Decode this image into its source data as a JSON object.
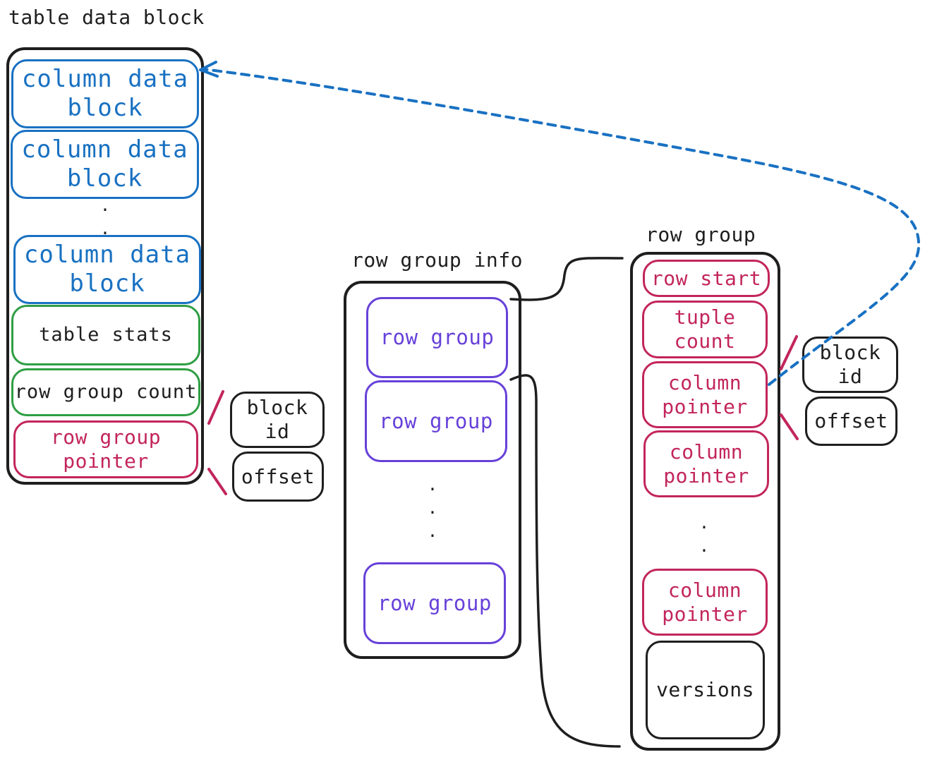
{
  "table_data_block": {
    "title": "table data block",
    "column_blocks": [
      "column data\nblock",
      "column data\nblock",
      "column data\nblock"
    ],
    "ellipsis": ".\n.",
    "table_stats": "table stats",
    "row_group_count": "row group count",
    "row_group_pointer": "row group\npointer",
    "pointer_fields": {
      "block_id": "block\nid",
      "offset": "offset"
    }
  },
  "row_group_info": {
    "title": "row group info",
    "items": [
      "row group",
      "row group",
      "row group"
    ],
    "ellipsis": ".\n.\n."
  },
  "row_group": {
    "title": "row group",
    "row_start": "row start",
    "tuple_count": "tuple\ncount",
    "column_pointers": [
      "column\npointer",
      "column\npointer",
      "column\npointer"
    ],
    "ellipsis": ".\n.",
    "versions": "versions",
    "pointer_fields": {
      "block_id": "block\nid",
      "offset": "offset"
    }
  },
  "colors": {
    "blue": "#1971c2",
    "green": "#2f9e44",
    "red": "#c2255c",
    "purple": "#6741d9",
    "black": "#1e1e1e"
  }
}
